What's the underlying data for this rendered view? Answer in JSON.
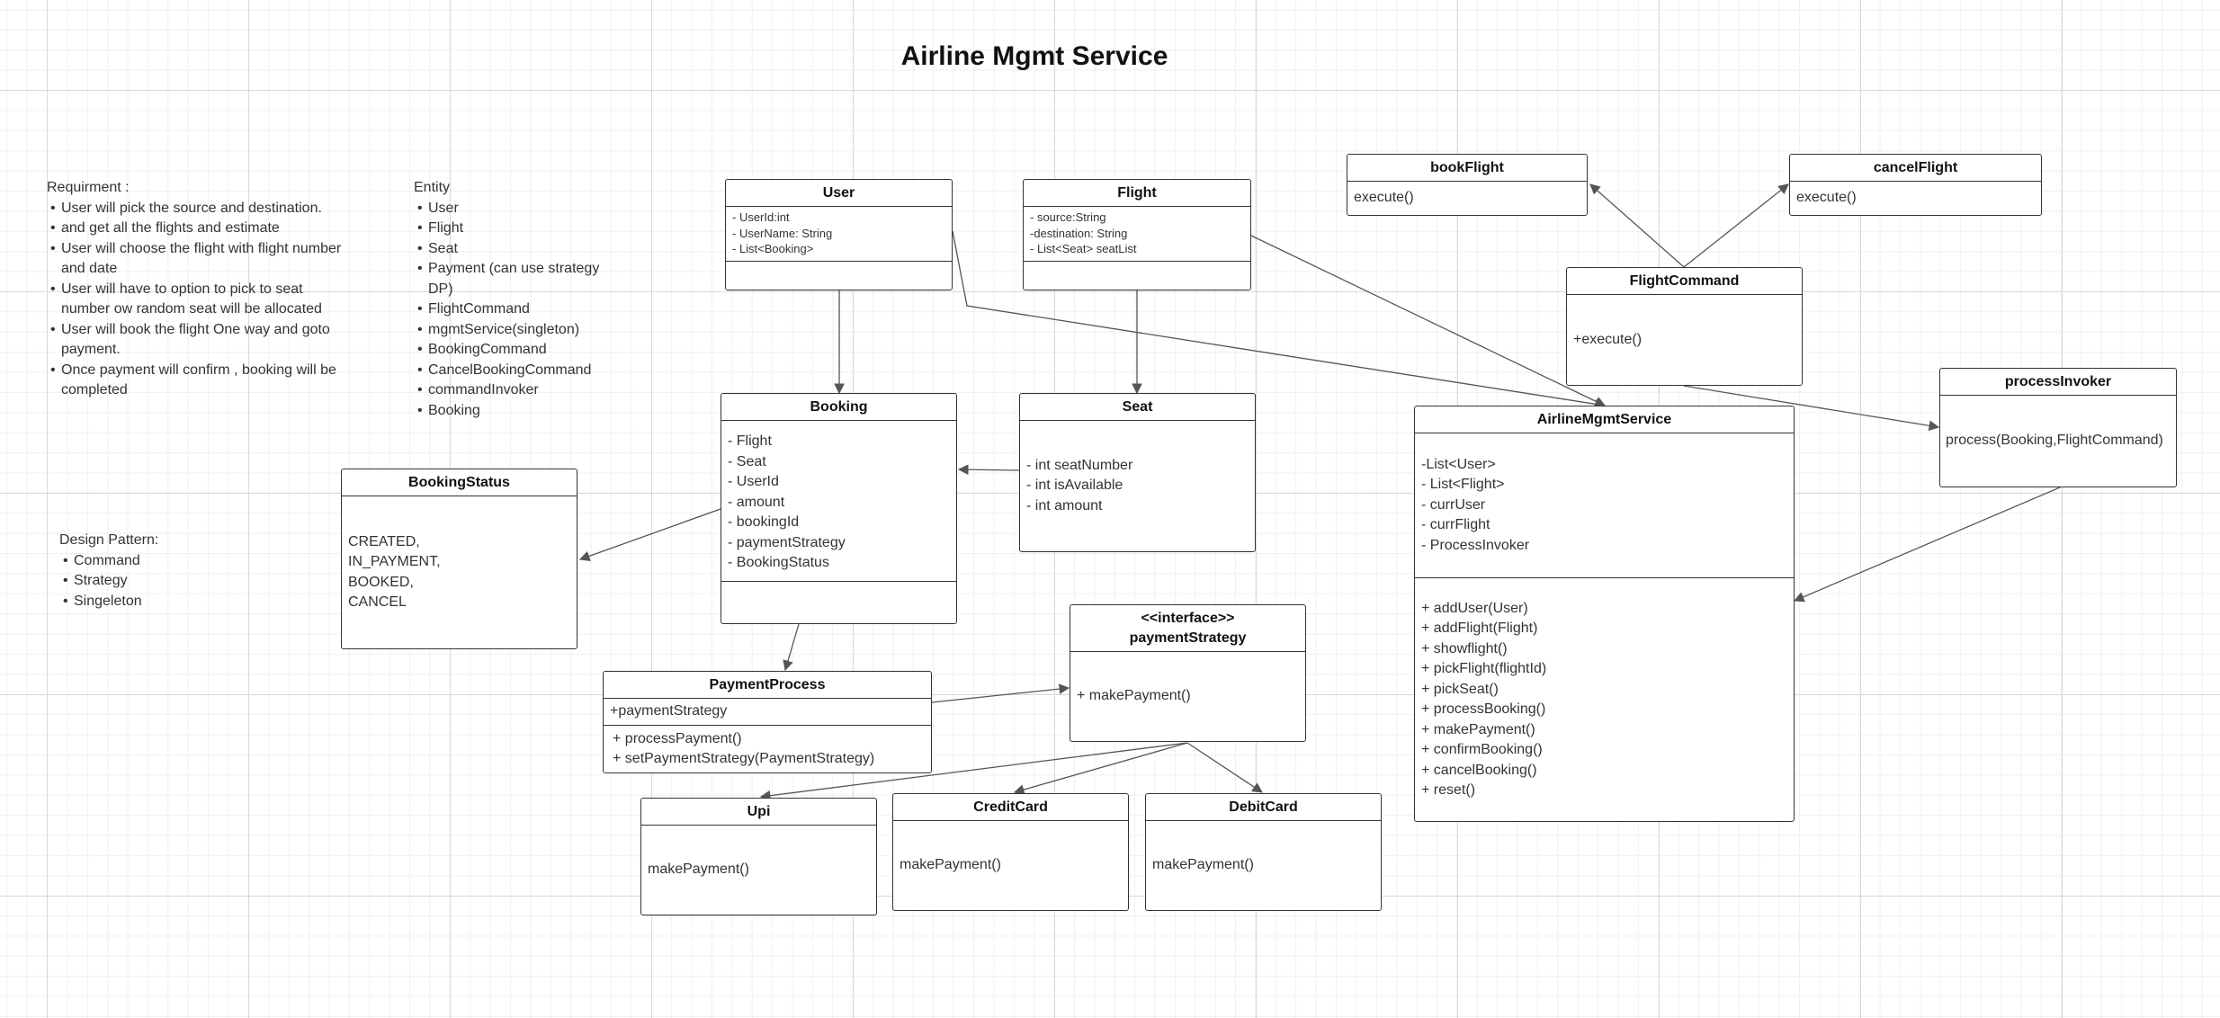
{
  "title": "Airline Mgmt Service",
  "requirements": {
    "heading": "Requirment :",
    "items": [
      "User will pick the source and destination.",
      "and get all the flights and estimate",
      "User will choose the flight with flight number and date",
      "User will have to option to pick to seat number ow random seat will be allocated",
      "User will book the flight One way and goto payment.",
      "Once payment will confirm , booking will be completed"
    ]
  },
  "entities": {
    "heading": "Entity",
    "items": [
      "User",
      "Flight",
      "Seat",
      "Payment (can use strategy DP)",
      "FlightCommand",
      "mgmtService(singleton)",
      "BookingCommand",
      "CancelBookingCommand",
      "commandInvoker",
      "Booking"
    ]
  },
  "design_patterns": {
    "heading": "Design Pattern:",
    "items": [
      "Command",
      "Strategy",
      "Singeleton"
    ]
  },
  "classes": {
    "user": {
      "name": "User",
      "attributes": [
        "- UserId:int",
        "-  UserName: String",
        "- List<Booking>"
      ]
    },
    "flight": {
      "name": "Flight",
      "attributes": [
        "- source:String",
        "-destination: String",
        "- List<Seat> seatList"
      ]
    },
    "booking": {
      "name": "Booking",
      "attributes": [
        "- Flight",
        "- Seat",
        "- UserId",
        "- amount",
        "- bookingId",
        "- paymentStrategy",
        "- BookingStatus"
      ]
    },
    "seat": {
      "name": "Seat",
      "attributes": [
        "- int seatNumber",
        "- int isAvailable",
        "- int amount"
      ]
    },
    "booking_status": {
      "name": "BookingStatus",
      "values": [
        "CREATED,",
        "IN_PAYMENT,",
        "BOOKED,",
        "CANCEL"
      ]
    },
    "payment_process": {
      "name": "PaymentProcess",
      "attributes": [
        "+paymentStrategy"
      ],
      "methods": [
        "+ processPayment()",
        "+ setPaymentStrategy(PaymentStrategy)"
      ]
    },
    "payment_strategy": {
      "stereotype": "<<interface>>",
      "name": "paymentStrategy",
      "methods": [
        "+ makePayment()"
      ]
    },
    "upi": {
      "name": "Upi",
      "methods": [
        "makePayment()"
      ]
    },
    "credit_card": {
      "name": "CreditCard",
      "methods": [
        "makePayment()"
      ]
    },
    "debit_card": {
      "name": "DebitCard",
      "methods": [
        "makePayment()"
      ]
    },
    "book_flight": {
      "name": "bookFlight",
      "methods": [
        "execute()"
      ]
    },
    "cancel_flight": {
      "name": "cancelFlight",
      "methods": [
        "execute()"
      ]
    },
    "flight_command": {
      "name": "FlightCommand",
      "methods": [
        "+execute()"
      ]
    },
    "process_invoker": {
      "name": "processInvoker",
      "methods": [
        "process(Booking,FlightCommand)"
      ]
    },
    "airline_mgmt_service": {
      "name": "AirlineMgmtService",
      "attributes": [
        "-List<User>",
        "- List<Flight>",
        "- currUser",
        "- currFlight",
        "- ProcessInvoker"
      ],
      "methods": [
        "+ addUser(User)",
        "+ addFlight(Flight)",
        "+ showflight()",
        "+ pickFlight(flightId)",
        "+ pickSeat()",
        "+ processBooking()",
        "+ makePayment()",
        "+ confirmBooking()",
        "+ cancelBooking()",
        "+ reset()"
      ]
    }
  },
  "connectors": [
    {
      "from": "user",
      "to": "booking"
    },
    {
      "from": "flight",
      "to": "seat"
    },
    {
      "from": "seat",
      "to": "booking"
    },
    {
      "from": "booking",
      "to": "booking_status"
    },
    {
      "from": "booking",
      "to": "payment_process"
    },
    {
      "from": "payment_process",
      "to": "payment_strategy"
    },
    {
      "from": "payment_strategy",
      "to": "upi"
    },
    {
      "from": "payment_strategy",
      "to": "credit_card"
    },
    {
      "from": "payment_strategy",
      "to": "debit_card"
    },
    {
      "from": "user",
      "to": "airline_mgmt_service"
    },
    {
      "from": "flight",
      "to": "airline_mgmt_service"
    },
    {
      "from": "flight_command",
      "to": "book_flight"
    },
    {
      "from": "flight_command",
      "to": "cancel_flight"
    },
    {
      "from": "flight_command",
      "to": "process_invoker"
    },
    {
      "from": "process_invoker",
      "to": "airline_mgmt_service"
    }
  ]
}
